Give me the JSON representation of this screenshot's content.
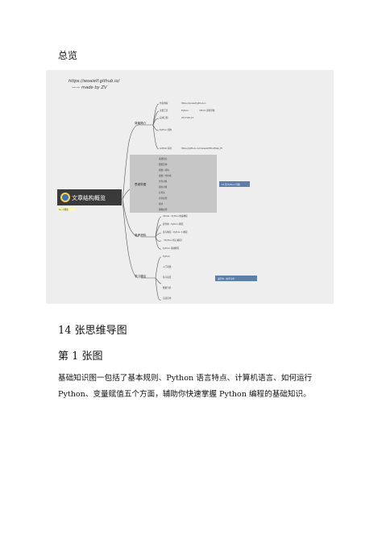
{
  "overview_heading": "总览",
  "mindmap": {
    "credit_line1": "https://woaielf.github.io/",
    "credit_line2": "—— made by ZV",
    "root_title": "文章结构概览",
    "root_tag": "by 小雅酱",
    "branches": {
      "background": {
        "label": "背景简介",
        "items": [
          "作者博客",
          "主要工具",
          "完成日期",
          "Python 结构",
          "GitHub 存档"
        ],
        "author_blog": "https://woaielf.github.io",
        "tool": "Python",
        "tool_child": "XMind 思维导图",
        "date": "2017-06-13",
        "github": "https://github.com/woaielf/MindMap_PY"
      },
      "mindmap_core": {
        "label": "思维导图",
        "items": [
          "基础知识",
          "数据结构",
          "函数 / 模块",
          "函数 / 作用域",
          "文件对象",
          "面向对象",
          "标准库",
          "异常处理",
          "模块",
          "图像处理"
        ],
        "link": "14 张 Python 导图"
      },
      "reference": {
        "label": "参考资料",
        "items": [
          "Vamei - Python 快速教程",
          "廖雪峰 - Python 教程",
          "菜鸟教程 - Python 3 教程",
          "《Python 核心编程》",
          "Python 基础教程"
        ]
      },
      "learning": {
        "label": "学习建议",
        "items": [
          "Python",
          "入门基础",
          "练习项目",
          "数据分析",
          "实战应用"
        ],
        "link": "进行中 - 在学习中"
      }
    }
  },
  "section_heading": "14 张思维导图",
  "sub_heading": "第 1 张图",
  "paragraph": "基础知识图一包括了基本规则、Python 语言特点、计算机语言、如何运行 Python、变量赋值五个方面，辅助你快速掌握 Python 编程的基础知识。",
  "colors": {
    "mindmap_bg": "#eeeeee",
    "root_fill": "#3a3a3a",
    "line": "#555555",
    "link_blue": "#5b7fa8",
    "highlight_box": "#c6c6c6"
  }
}
